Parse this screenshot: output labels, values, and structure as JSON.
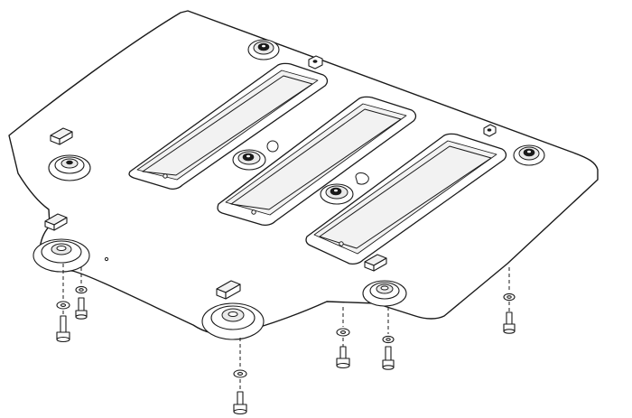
{
  "figure": {
    "kind": "exploded assembly drawing",
    "labels": [],
    "colors": {
      "line": "#1a1a1a",
      "fill": "#ffffff",
      "shade": "#eeeeee"
    },
    "parts": {
      "plate": 1,
      "slots": 3,
      "rubber_grommets": 5,
      "welded_nuts": 2,
      "clip_tabs": 4,
      "bolts": 6,
      "washers": 6
    }
  }
}
